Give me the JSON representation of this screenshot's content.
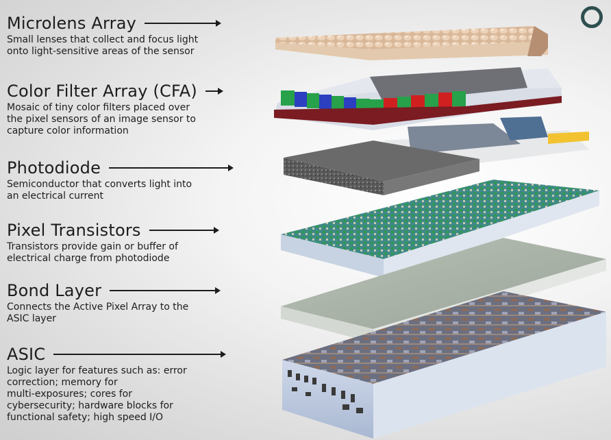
{
  "layers": [
    {
      "title": "Microlens Array",
      "desc": "Small lenses that collect and focus light\nonto light-sensitive areas of the sensor"
    },
    {
      "title": "Color Filter Array (CFA)",
      "desc": "Mosaic of tiny color filters placed over\nthe pixel sensors of an image sensor to\ncapture color information"
    },
    {
      "title": "Photodiode",
      "desc": "Semiconductor that converts light into\nan electrical current"
    },
    {
      "title": "Pixel Transistors",
      "desc": "Transistors provide gain or buffer of\nelectrical charge from photodiode"
    },
    {
      "title": "Bond Layer",
      "desc": "Connects the Active Pixel Array to the\nASIC layer"
    },
    {
      "title": "ASIC",
      "desc": "Logic layer for features such as: error\ncorrection; memory for\nmulti-exposures; cores for\ncybersecurity; hardware blocks for\nfunctional safety; high speed I/O"
    }
  ],
  "logo_icon": "ring-logo-icon"
}
